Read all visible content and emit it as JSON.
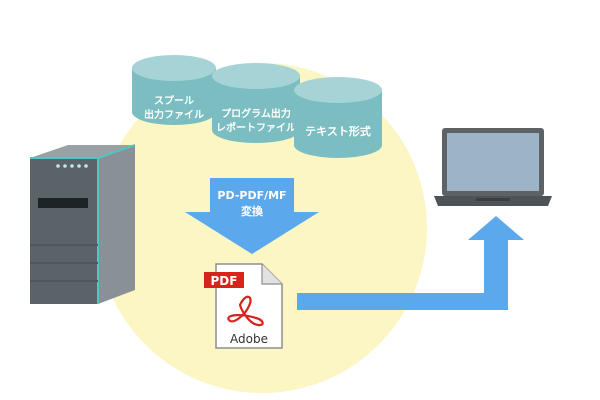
{
  "cylinders": [
    {
      "lines": [
        "スプール",
        "出力ファイル"
      ]
    },
    {
      "lines": [
        "プログラム出力",
        "レポートファイル"
      ]
    },
    {
      "lines": [
        "テキスト形式"
      ]
    }
  ],
  "conversion": {
    "line1": "PD-PDF/MF",
    "line2": "変換"
  },
  "pdf_icon": {
    "badge": "PDF",
    "brand": "Adobe"
  },
  "colors": {
    "background_circle": "#FBF6C4",
    "cylinder_body": "#7BBDC0",
    "cylinder_top": "#A6D4D6",
    "arrow_blue": "#5BA8EC",
    "server_body": "#5A6368",
    "server_accent": "#4FC6C2",
    "pdf_red": "#D6231C",
    "laptop_frame": "#5D6266"
  },
  "icons": [
    "server-icon",
    "database-cylinder-icon",
    "down-arrow-icon",
    "pdf-document-icon",
    "laptop-icon",
    "elbow-arrow-icon"
  ]
}
